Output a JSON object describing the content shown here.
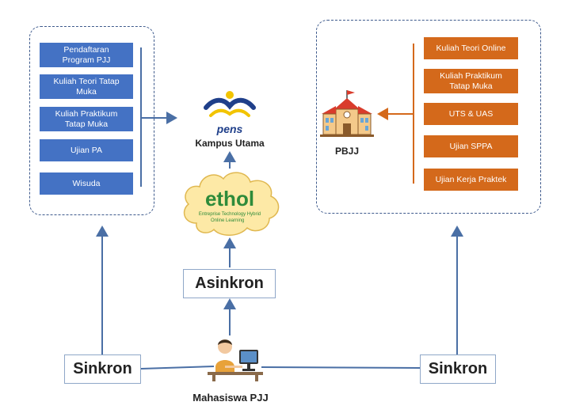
{
  "kampus": {
    "items": [
      "Pendaftaran\nProgram PJJ",
      "Kuliah Teori Tatap\nMuka",
      "Kuliah Praktikum\nTatap Muka",
      "Ujian PA",
      "Wisuda"
    ],
    "logo_text": "pens",
    "label": "Kampus Utama"
  },
  "pbjj": {
    "items": [
      "Kuliah Teori Online",
      "Kuliah Praktikum\nTatap Muka",
      "UTS & UAS",
      "Ujian SPPA",
      "Ujian Kerja Praktek"
    ],
    "label": "PBJJ"
  },
  "ethol": {
    "logo_text": "ethol",
    "tagline_1": "Entreprise Technology Hybrid",
    "tagline_2": "Online Learning"
  },
  "asinkron_label": "Asinkron",
  "sinkron_left_label": "Sinkron",
  "sinkron_right_label": "Sinkron",
  "mahasiswa_label": "Mahasiswa PJJ",
  "colors": {
    "blue": "#4472c4",
    "orange": "#d4691b",
    "dash_border": "#3e5a8c",
    "cloud": "#fde9a6"
  }
}
